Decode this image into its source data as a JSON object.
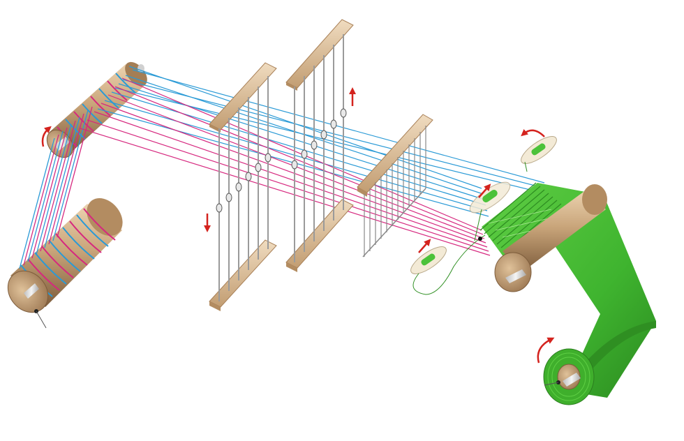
{
  "diagram": {
    "subject": "loom",
    "parts": [
      "warp-beam",
      "back-roller",
      "heddle-frame-front",
      "heddle-frame-back",
      "reed",
      "shuttle",
      "breast-roller",
      "cloth-beam"
    ]
  },
  "colors": {
    "background": "#ffffff",
    "warp_blue": "#2a9ad6",
    "warp_pink": "#d6287f",
    "wood": "#c9a57a",
    "wood_dark": "#8d6a47",
    "wood_light": "#ecd3b0",
    "cloth": "#4cc23a",
    "cloth_dark": "#2f8f22",
    "cloth_light": "#8fe06f",
    "metal": "#d7d7d7",
    "arrow": "#d4231e"
  },
  "icons": {
    "rotation_arrow": "curved-arrow-icon",
    "motion_arrow": "straight-arrow-icon"
  }
}
